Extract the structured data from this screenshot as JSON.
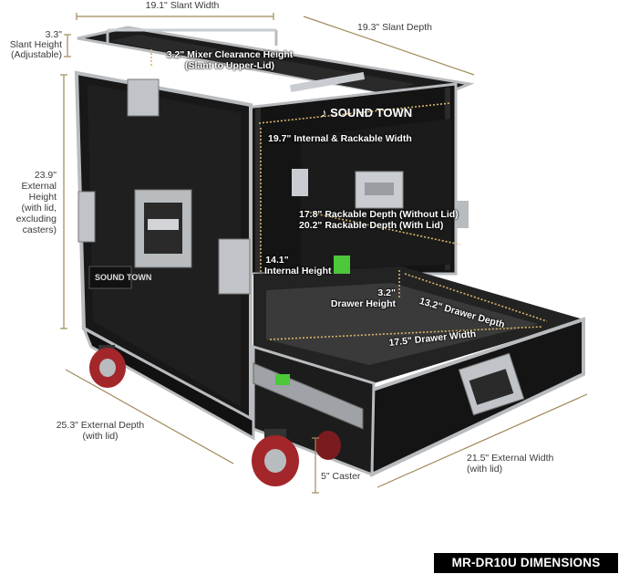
{
  "title_badge": "MR-DR10U DIMENSIONS",
  "brand": {
    "front": "SOUND TOWN",
    "side": "SOUND TOWN"
  },
  "colors": {
    "dimension_line": "#a08a5a",
    "inner_dim_line": "#d7b56a",
    "case_body": "#161616",
    "aluminum": "#b9bcbf",
    "caster": "#a3262a",
    "slide": "#4cc83a",
    "badge_bg": "#000000"
  },
  "labels": {
    "slant_width": "19.1\" Slant Width",
    "slant_depth": "19.3\" Slant Depth",
    "slant_height_value": "3.3\"",
    "slant_height_line1": "Slant Height",
    "slant_height_line2": "(Adjustable)",
    "mixer_clearance_line1": "3.2\" Mixer Clearance Height",
    "mixer_clearance_line2": "(Slant to Upper-Lid)",
    "internal_width": "19.7\" Internal & Rackable Width",
    "ext_height_value": "23.9\"",
    "ext_height_line1": "External",
    "ext_height_line2": "Height",
    "ext_height_line3": "(with lid,",
    "ext_height_line4": "excluding",
    "ext_height_line5": "casters)",
    "rack_depth_1": "17.8\" Rackable Depth (Without Lid)",
    "rack_depth_2": "20.2\" Rackable Depth (With Lid)",
    "internal_height_value": "14.1\"",
    "internal_height_label": "Internal Height",
    "drawer_height_value": "3.2\"",
    "drawer_height_label": "Drawer Height",
    "drawer_depth": "13.2\" Drawer Depth",
    "drawer_width": "17.5\" Drawer Width",
    "ext_depth_line1": "25.3\" External Depth",
    "ext_depth_line2": "(with lid)",
    "caster": "5\" Caster",
    "ext_width_line1": "21.5\" External Width",
    "ext_width_line2": "(with lid)"
  }
}
